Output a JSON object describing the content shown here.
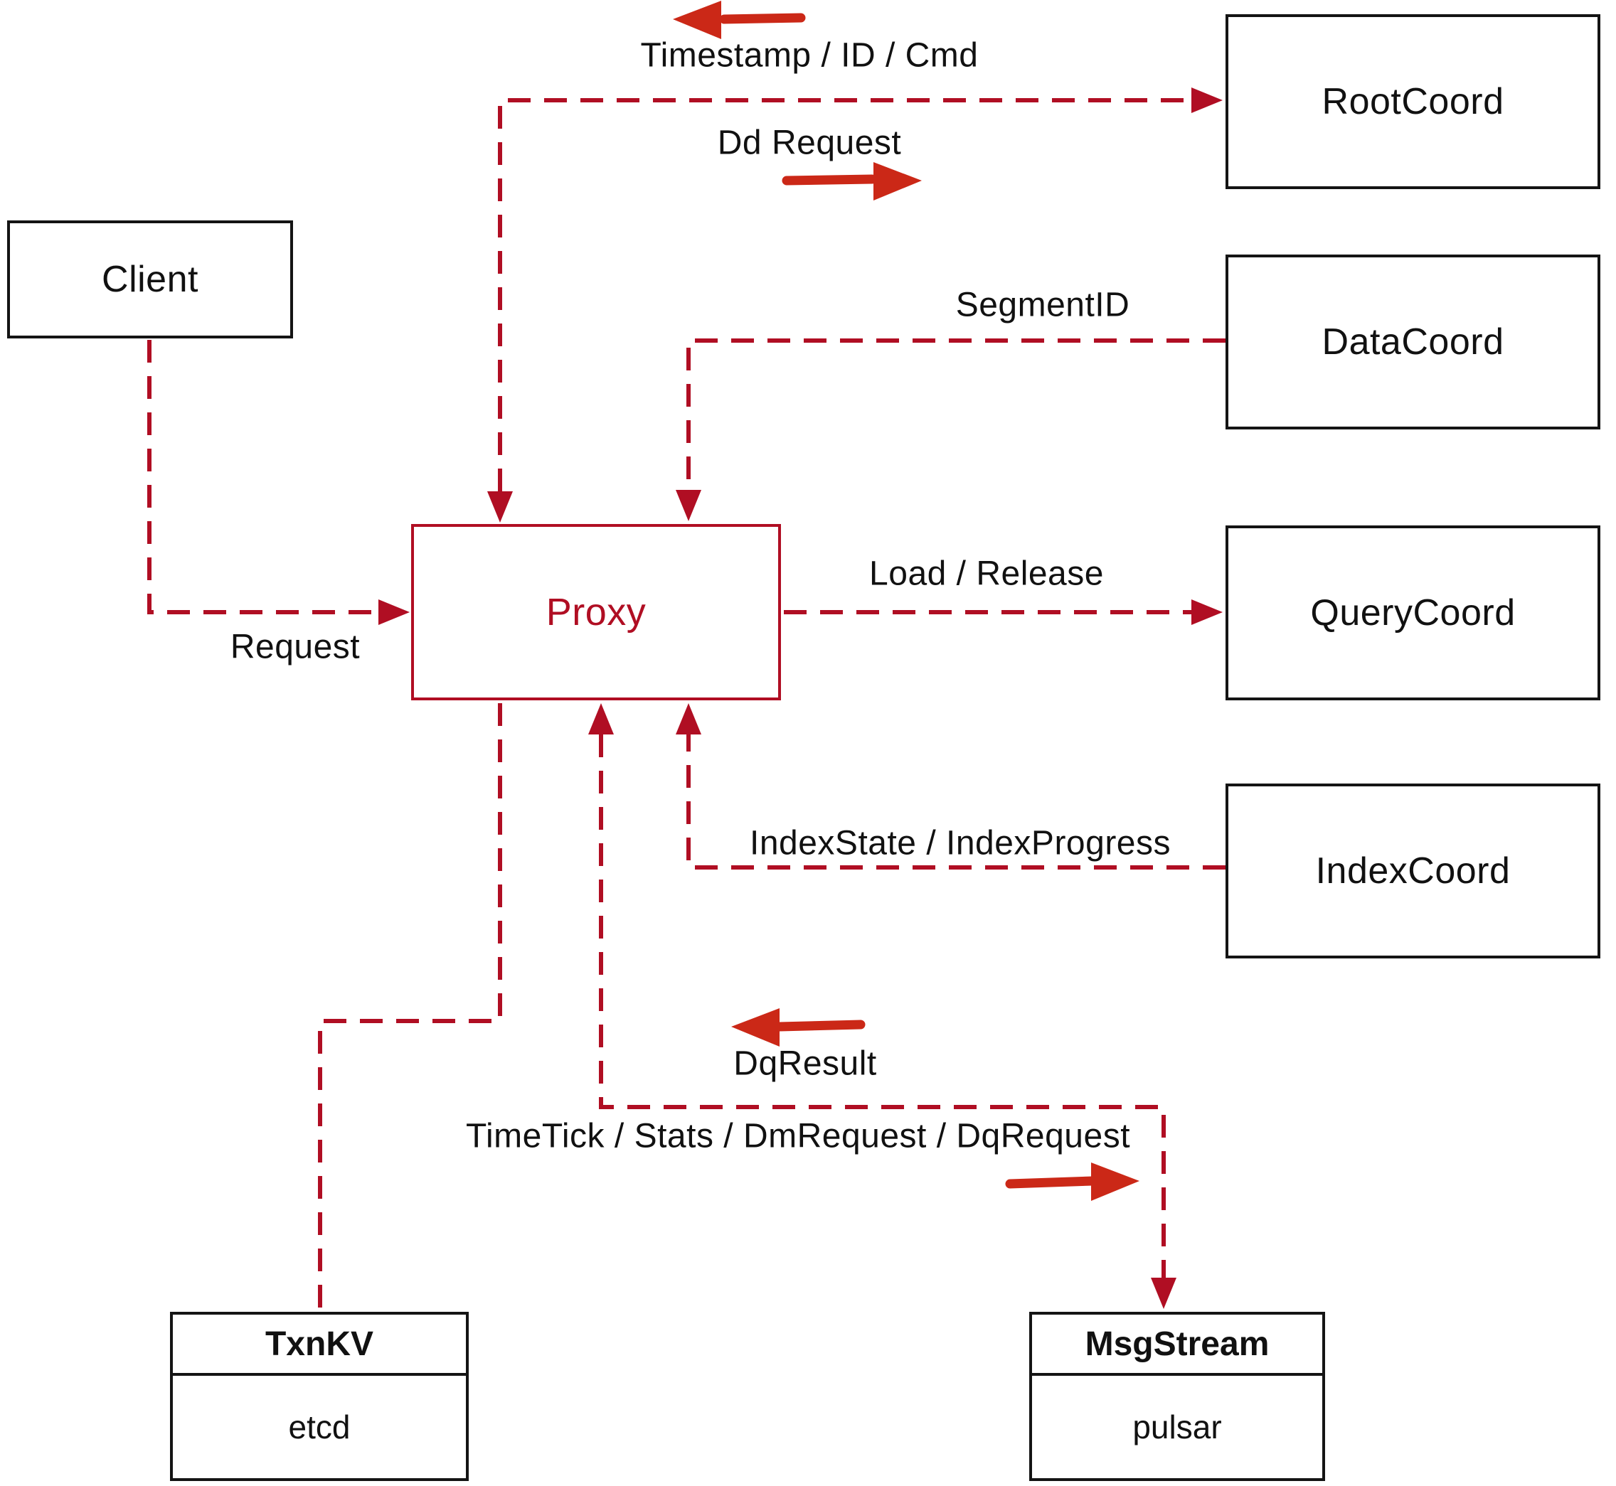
{
  "colors": {
    "connector_red": "#b00e23",
    "arrow_red": "#cb2817",
    "border_black": "#141414",
    "background": "#ffffff"
  },
  "nodes": {
    "client": {
      "label": "Client"
    },
    "proxy": {
      "label": "Proxy"
    },
    "root_coord": {
      "label": "RootCoord"
    },
    "data_coord": {
      "label": "DataCoord"
    },
    "query_coord": {
      "label": "QueryCoord"
    },
    "index_coord": {
      "label": "IndexCoord"
    },
    "txn_kv": {
      "title": "TxnKV",
      "impl": "etcd"
    },
    "msg_stream": {
      "title": "MsgStream",
      "impl": "pulsar"
    }
  },
  "edge_labels": {
    "request": "Request",
    "timestamp_id_cmd": "Timestamp / ID / Cmd",
    "dd_request": "Dd Request",
    "segment_id": "SegmentID",
    "load_release": "Load / Release",
    "index_state": "IndexState / IndexProgress",
    "dq_result": "DqResult",
    "time_tick": "TimeTick / Stats / DmRequest / DqRequest"
  }
}
